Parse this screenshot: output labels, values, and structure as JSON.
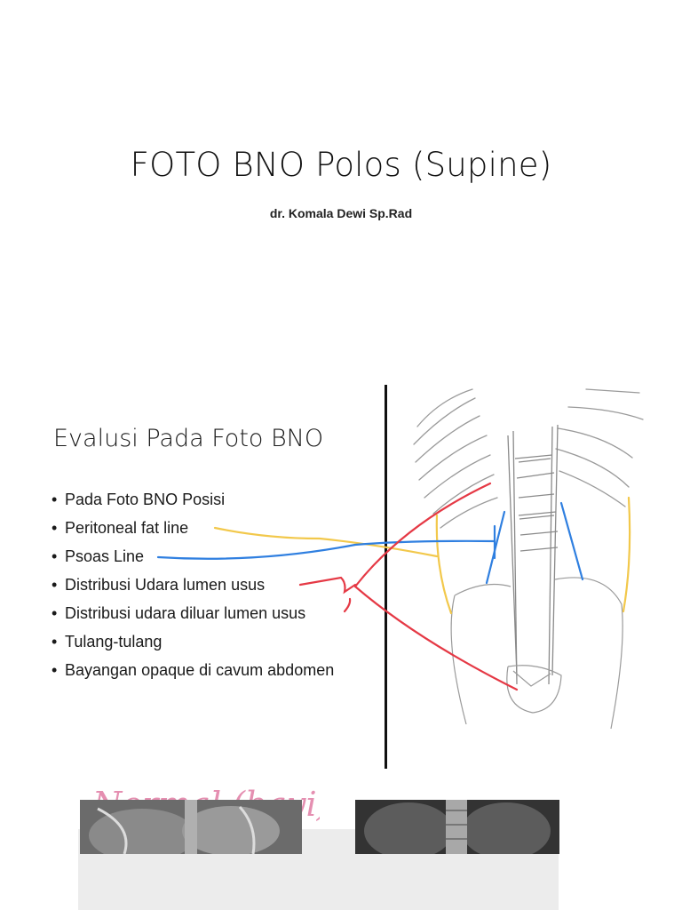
{
  "slide1": {
    "title": "FOTO BNO Polos (Supine)",
    "author": "dr. Komala Dewi Sp.Rad"
  },
  "slide2": {
    "heading": "Evalusi Pada Foto BNO",
    "bullets": [
      "Pada Foto BNO Posisi",
      "Peritoneal fat line",
      "Psoas Line",
      "Distribusi Udara lumen usus",
      "Distribusi udara diluar lumen usus",
      "Tulang-tulang",
      "Bayangan opaque di cavum abdomen"
    ],
    "colors": {
      "peritoneal_line": "#f2c84b",
      "psoas_line": "#2f7fe0",
      "air_distribution": "#e53945",
      "sketch_pencil": "#9a9a9a"
    }
  },
  "slide3": {
    "handwriting": "Normal (bayi)",
    "handwriting_color": "#e58fb1",
    "images": [
      "x-ray-neonatal-abdomen",
      "x-ray-infant-abdomen"
    ]
  }
}
